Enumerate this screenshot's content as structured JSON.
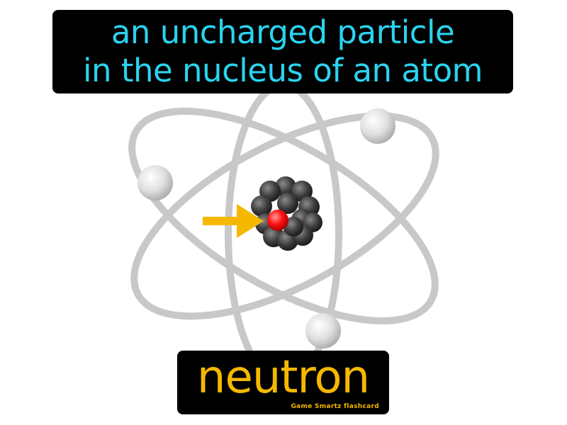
{
  "definition": {
    "line1": "an uncharged particle",
    "line2": "in the nucleus of an atom"
  },
  "term": "neutron",
  "brand": "Game Smartz flashcard",
  "colors": {
    "definition_text": "#2ad4f0",
    "term_text": "#f5b800",
    "orbit": "#c8c8c8",
    "electron": "#e6e6e6",
    "nucleon": "#3c3c3c",
    "highlighted_neutron": "#ff0000",
    "arrow": "#f5b800"
  },
  "icons": [
    "atom-illustration",
    "arrow-icon"
  ]
}
